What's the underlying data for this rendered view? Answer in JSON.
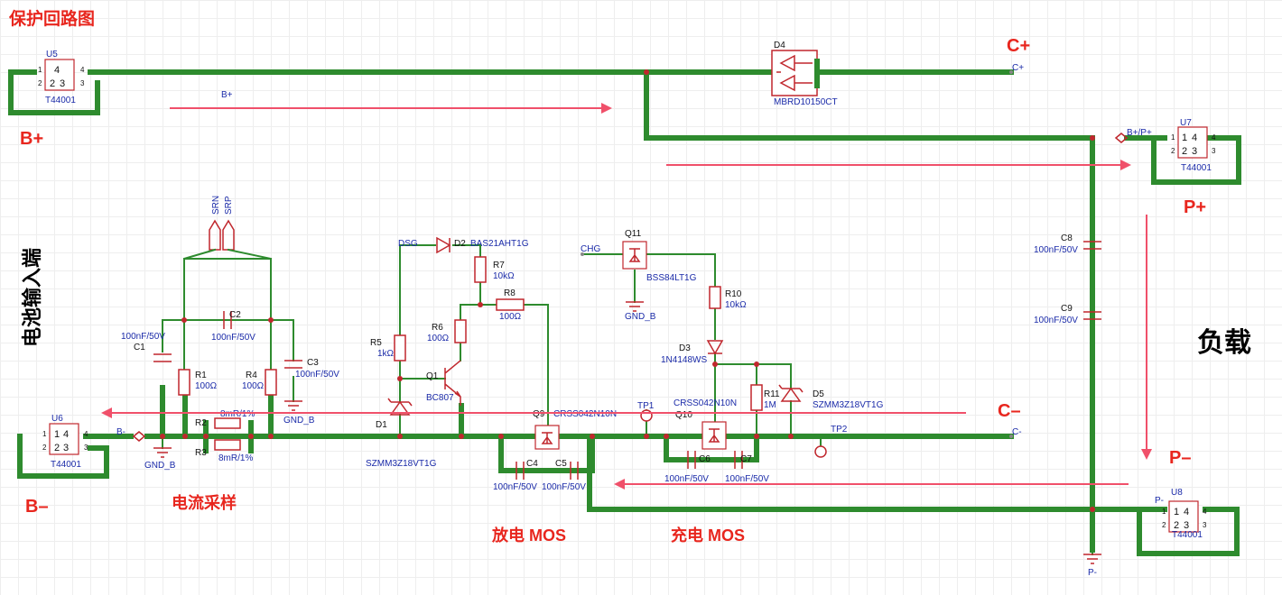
{
  "title": "保护回路图",
  "side_labels": {
    "battery_input": "电池输入端",
    "load": "负载"
  },
  "section_labels": {
    "current_sense": "电流采样",
    "discharge_mos": "放电 MOS",
    "charge_mos": "充电 MOS"
  },
  "terminals": {
    "b_plus": "B+",
    "b_minus": "B–",
    "p_plus": "P+",
    "p_minus": "P–",
    "c_plus": "C+",
    "c_minus": "C–"
  },
  "nets": {
    "b_plus": "B+",
    "b_minus": "B-",
    "bp_plus": "B+/P+",
    "c_plus": "C+",
    "c_minus": "C-",
    "p_minus": "P-",
    "dsg": "DSG",
    "chg": "CHG",
    "gnd_b": "GND_B",
    "srn": "SRN",
    "srp": "SRP",
    "tp1": "TP1",
    "tp2": "TP2"
  },
  "connectors": [
    {
      "ref": "U5",
      "part": "T44001"
    },
    {
      "ref": "U6",
      "part": "T44001"
    },
    {
      "ref": "U7",
      "part": "T44001"
    },
    {
      "ref": "U8",
      "part": "T44001"
    }
  ],
  "connector_pins": {
    "p1": "1",
    "p2": "2",
    "p3": "3",
    "p4": "4"
  },
  "components": {
    "d4": {
      "ref": "D4",
      "value": "MBRD10150CT"
    },
    "c1": {
      "ref": "C1",
      "value": "100nF/50V"
    },
    "c2": {
      "ref": "C2",
      "value": "100nF/50V"
    },
    "c3": {
      "ref": "C3",
      "value": "100nF/50V"
    },
    "r1": {
      "ref": "R1",
      "value": "100Ω"
    },
    "r4": {
      "ref": "R4",
      "value": "100Ω"
    },
    "r2": {
      "ref": "R2",
      "value": "8mR/1%"
    },
    "r3": {
      "ref": "R3",
      "value": "8mR/1%"
    },
    "r5": {
      "ref": "R5",
      "value": "1kΩ"
    },
    "d1": {
      "ref": "D1",
      "value": "SZMM3Z18VT1G"
    },
    "d2": {
      "ref": "D2",
      "value": "BAS21AHT1G"
    },
    "r7": {
      "ref": "R7",
      "value": "10kΩ"
    },
    "r8": {
      "ref": "R8",
      "value": "100Ω"
    },
    "r6": {
      "ref": "R6",
      "value": "100Ω"
    },
    "q1": {
      "ref": "Q1",
      "value": "BC807"
    },
    "q9": {
      "ref": "Q9",
      "value": "CRSS042N10N"
    },
    "c4": {
      "ref": "C4",
      "value": "100nF/50V"
    },
    "c5": {
      "ref": "C5",
      "value": "100nF/50V"
    },
    "q11": {
      "ref": "Q11",
      "value": "BSS84LT1G"
    },
    "r10": {
      "ref": "R10",
      "value": "10kΩ"
    },
    "d3": {
      "ref": "D3",
      "value": "1N4148WS"
    },
    "q10": {
      "ref": "Q10",
      "value": "CRSS042N10N"
    },
    "r11": {
      "ref": "R11",
      "value": "1M"
    },
    "d5": {
      "ref": "D5",
      "value": "SZMM3Z18VT1G"
    },
    "c6": {
      "ref": "C6",
      "value": "100nF/50V"
    },
    "c7": {
      "ref": "C7",
      "value": "100nF/50V"
    },
    "c8": {
      "ref": "C8",
      "value": "100nF/50V"
    },
    "c9": {
      "ref": "C9",
      "value": "100nF/50V"
    }
  },
  "colors": {
    "wire": "#2e8b2e",
    "component": "#c0272d",
    "net_label": "#1a2aa8",
    "annotation": "#e8261e",
    "arrow": "#f0506a"
  }
}
